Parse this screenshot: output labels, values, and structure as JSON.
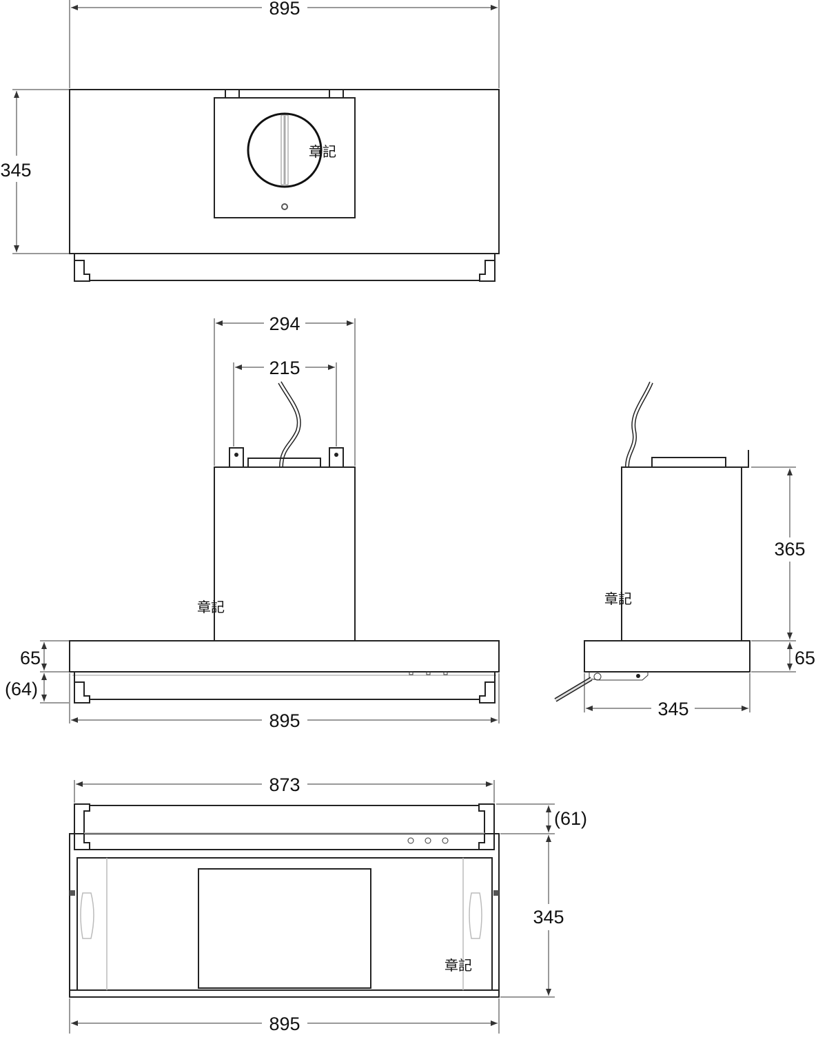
{
  "title": "Range hood dimension drawing",
  "watermark": "章記",
  "top_view": {
    "width": "895",
    "depth": "345"
  },
  "front_view": {
    "chimney_width": "294",
    "bracket_spacing": "215",
    "hood_height": "65",
    "rail_height": "(64)",
    "width": "895"
  },
  "side_view": {
    "chimney_height": "365",
    "hood_height": "65",
    "depth": "345"
  },
  "bottom_view": {
    "rail_width": "873",
    "rail_depth": "(61)",
    "depth": "345",
    "width": "895"
  }
}
